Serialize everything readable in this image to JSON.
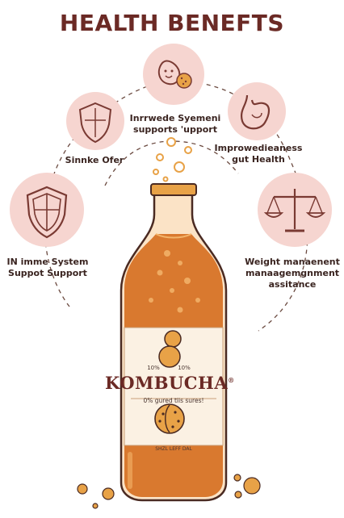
{
  "title": "HEALTH BENEFTS",
  "benefits": [
    {
      "id": "immune-left",
      "line1": "IN imme System",
      "line2": "Suppot Support",
      "icon": "shield-icon"
    },
    {
      "id": "top-left",
      "line1": "Sinnke Ofer",
      "line2": "",
      "icon": "shield-icon"
    },
    {
      "id": "top",
      "line1": "Inrrwede Syemeni",
      "line2": "supports 'upport",
      "icon": "gut-microbe-icon"
    },
    {
      "id": "top-right",
      "line1": "Improwedieaness",
      "line2": "gut Health",
      "icon": "stomach-icon"
    },
    {
      "id": "right",
      "line1": "Weight manaenent",
      "line2": "manaagemgnment",
      "line3": "assitance",
      "icon": "scale-icon"
    }
  ],
  "bottle": {
    "percent_left": "10%",
    "percent_right": "10%",
    "brand": "KOMBUCHA",
    "reg_mark": "®",
    "subtitle": "0% gured tiis sures!",
    "footer": "SHZL LEFF DAL"
  },
  "colors": {
    "title": "#6b2a25",
    "circle_fill": "#f6d5d0",
    "icon_stroke": "#7a3a33",
    "liquid": "#d9792f",
    "label_bg": "#fbf1e3",
    "bubble": "#e8a247"
  }
}
